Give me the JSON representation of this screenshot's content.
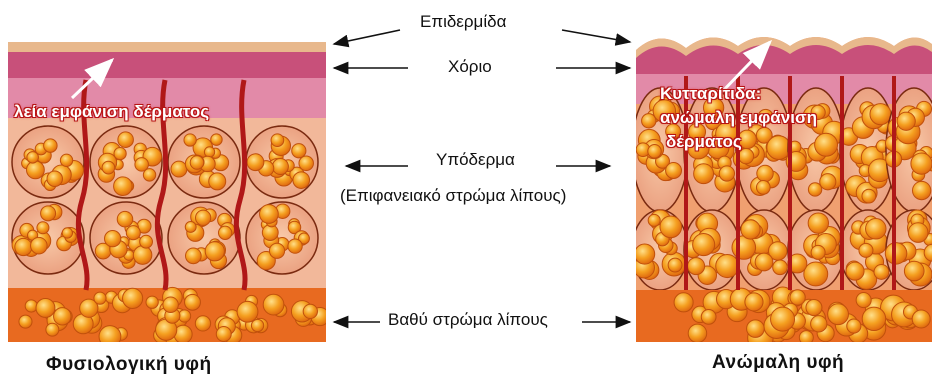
{
  "labels": {
    "epidermis": "Επιδερμίδα",
    "dermis": "Χόριο",
    "hypodermis": "Υπόδερμα",
    "superficial_fat": "(Επιφανειακό στρώμα λίπους)",
    "deep_fat": "Βαθύ στρώμα λίπους"
  },
  "panels": {
    "normal": {
      "title": "Φυσιολογική υφή",
      "overlay": "λεία εμφάνιση δέρματος"
    },
    "irregular": {
      "title": "Ανώμαλη υφή",
      "overlay_lines": [
        "Κυτταρίτιδα:",
        "ανώμαλη εμφάνιση",
        "δέρματος"
      ]
    }
  },
  "colors": {
    "epidermis": "#e8b88c",
    "dermis": "#c8507a",
    "dermis_light": "#e28aa8",
    "hypodermis": "#f2b89a",
    "fat_cell": "#f5a020",
    "fat_cell_core": "#ffd070",
    "septa": "#b01818",
    "deep_fat": "#f07818"
  }
}
